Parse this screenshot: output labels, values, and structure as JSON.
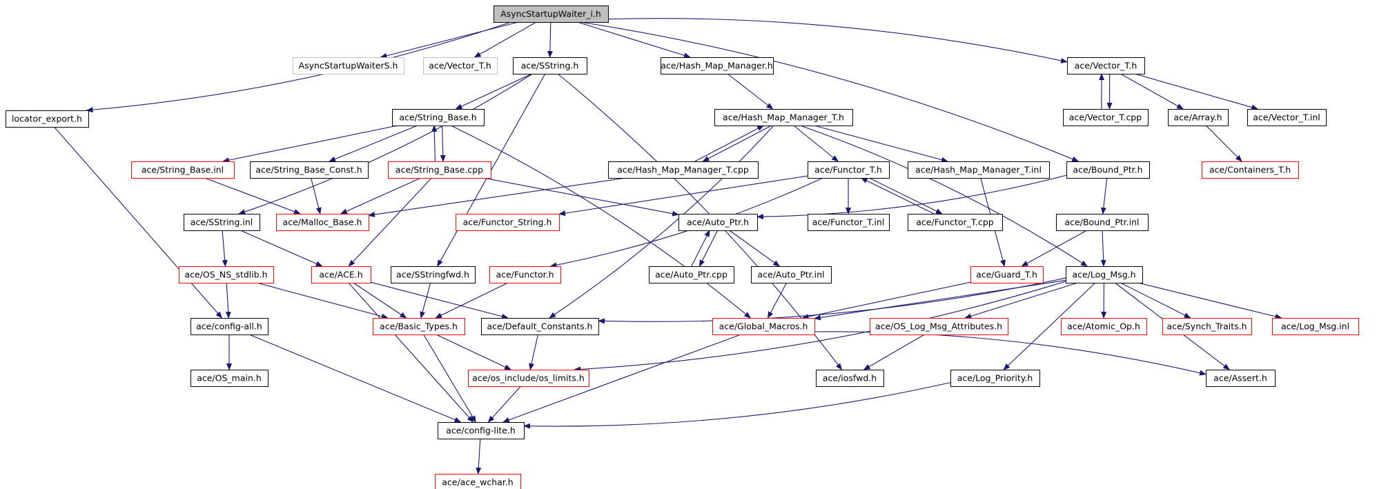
{
  "nodes": [
    {
      "id": "root",
      "label": "AsyncStartupWaiter_i.h",
      "style": "root"
    },
    {
      "id": "locator_export",
      "label": "locator_export.h",
      "style": "normal"
    },
    {
      "id": "waiterS",
      "label": "AsyncStartupWaiterS.h",
      "style": "gray"
    },
    {
      "id": "vector_t_h_gray",
      "label": "ace/Vector_T.h",
      "style": "gray"
    },
    {
      "id": "sstring_h",
      "label": "ace/SString.h",
      "style": "normal"
    },
    {
      "id": "hmm_h",
      "label": "ace/Hash_Map_Manager.h",
      "style": "normal"
    },
    {
      "id": "vector_t_h",
      "label": "ace/Vector_T.h",
      "style": "normal"
    },
    {
      "id": "string_base_h",
      "label": "ace/String_Base.h",
      "style": "normal"
    },
    {
      "id": "hmm_t_h",
      "label": "ace/Hash_Map_Manager_T.h",
      "style": "normal"
    },
    {
      "id": "vector_t_cpp",
      "label": "ace/Vector_T.cpp",
      "style": "normal"
    },
    {
      "id": "array_h",
      "label": "ace/Array.h",
      "style": "normal"
    },
    {
      "id": "vector_t_inl",
      "label": "ace/Vector_T.inl",
      "style": "normal"
    },
    {
      "id": "string_base_inl",
      "label": "ace/String_Base.inl",
      "style": "red"
    },
    {
      "id": "string_base_const",
      "label": "ace/String_Base_Const.h",
      "style": "normal"
    },
    {
      "id": "string_base_cpp",
      "label": "ace/String_Base.cpp",
      "style": "red"
    },
    {
      "id": "hmm_t_cpp",
      "label": "ace/Hash_Map_Manager_T.cpp",
      "style": "normal"
    },
    {
      "id": "functor_t_h",
      "label": "ace/Functor_T.h",
      "style": "normal"
    },
    {
      "id": "hmm_t_inl",
      "label": "ace/Hash_Map_Manager_T.inl",
      "style": "normal"
    },
    {
      "id": "bound_ptr_h",
      "label": "ace/Bound_Ptr.h",
      "style": "normal"
    },
    {
      "id": "containers_t",
      "label": "ace/Containers_T.h",
      "style": "red"
    },
    {
      "id": "sstring_inl",
      "label": "ace/SString.inl",
      "style": "normal"
    },
    {
      "id": "malloc_base",
      "label": "ace/Malloc_Base.h",
      "style": "red"
    },
    {
      "id": "functor_string",
      "label": "ace/Functor_String.h",
      "style": "red"
    },
    {
      "id": "auto_ptr_h",
      "label": "ace/Auto_Ptr.h",
      "style": "normal"
    },
    {
      "id": "functor_t_inl",
      "label": "ace/Functor_T.inl",
      "style": "normal"
    },
    {
      "id": "functor_t_cpp",
      "label": "ace/Functor_T.cpp",
      "style": "normal"
    },
    {
      "id": "bound_ptr_inl",
      "label": "ace/Bound_Ptr.inl",
      "style": "normal"
    },
    {
      "id": "os_ns_stdlib",
      "label": "ace/OS_NS_stdlib.h",
      "style": "red"
    },
    {
      "id": "ace_h",
      "label": "ace/ACE.h",
      "style": "red"
    },
    {
      "id": "sstringfwd",
      "label": "ace/SStringfwd.h",
      "style": "normal"
    },
    {
      "id": "functor_h",
      "label": "ace/Functor.h",
      "style": "red"
    },
    {
      "id": "auto_ptr_cpp",
      "label": "ace/Auto_Ptr.cpp",
      "style": "normal"
    },
    {
      "id": "auto_ptr_inl",
      "label": "ace/Auto_Ptr.inl",
      "style": "normal"
    },
    {
      "id": "guard_t",
      "label": "ace/Guard_T.h",
      "style": "red"
    },
    {
      "id": "log_msg_h",
      "label": "ace/Log_Msg.h",
      "style": "normal"
    },
    {
      "id": "config_all",
      "label": "ace/config-all.h",
      "style": "normal"
    },
    {
      "id": "basic_types",
      "label": "ace/Basic_Types.h",
      "style": "red"
    },
    {
      "id": "default_constants",
      "label": "ace/Default_Constants.h",
      "style": "normal"
    },
    {
      "id": "global_macros",
      "label": "ace/Global_Macros.h",
      "style": "red"
    },
    {
      "id": "os_log_msg_attr",
      "label": "ace/OS_Log_Msg_Attributes.h",
      "style": "red"
    },
    {
      "id": "atomic_op",
      "label": "ace/Atomic_Op.h",
      "style": "red"
    },
    {
      "id": "synch_traits",
      "label": "ace/Synch_Traits.h",
      "style": "red"
    },
    {
      "id": "log_msg_inl",
      "label": "ace/Log_Msg.inl",
      "style": "red"
    },
    {
      "id": "os_main",
      "label": "ace/OS_main.h",
      "style": "normal"
    },
    {
      "id": "os_limits",
      "label": "ace/os_include/os_limits.h",
      "style": "red"
    },
    {
      "id": "iosfwd",
      "label": "ace/iosfwd.h",
      "style": "normal"
    },
    {
      "id": "log_priority",
      "label": "ace/Log_Priority.h",
      "style": "normal"
    },
    {
      "id": "assert_h",
      "label": "ace/Assert.h",
      "style": "normal"
    },
    {
      "id": "config_lite",
      "label": "ace/config-lite.h",
      "style": "normal"
    },
    {
      "id": "ace_wchar",
      "label": "ace/ace_wchar.h",
      "style": "red"
    }
  ],
  "edges": [
    [
      "root",
      "locator_export"
    ],
    [
      "root",
      "waiterS"
    ],
    [
      "root",
      "vector_t_h_gray"
    ],
    [
      "root",
      "sstring_h"
    ],
    [
      "root",
      "hmm_h"
    ],
    [
      "root",
      "vector_t_h"
    ],
    [
      "root",
      "bound_ptr_h"
    ],
    [
      "sstring_h",
      "string_base_h"
    ],
    [
      "sstring_h",
      "sstring_inl"
    ],
    [
      "sstring_h",
      "sstringfwd"
    ],
    [
      "sstring_h",
      "iosfwd"
    ],
    [
      "hmm_h",
      "hmm_t_h"
    ],
    [
      "vector_t_h",
      "vector_t_cpp"
    ],
    [
      "vector_t_cpp",
      "vector_t_h"
    ],
    [
      "vector_t_h",
      "array_h"
    ],
    [
      "vector_t_h",
      "vector_t_inl"
    ],
    [
      "array_h",
      "containers_t"
    ],
    [
      "string_base_h",
      "string_base_inl"
    ],
    [
      "string_base_h",
      "string_base_const"
    ],
    [
      "string_base_h",
      "string_base_cpp"
    ],
    [
      "string_base_cpp",
      "string_base_h"
    ],
    [
      "string_base_h",
      "global_macros"
    ],
    [
      "string_base_inl",
      "malloc_base"
    ],
    [
      "string_base_const",
      "malloc_base"
    ],
    [
      "string_base_cpp",
      "malloc_base"
    ],
    [
      "string_base_cpp",
      "auto_ptr_h"
    ],
    [
      "string_base_cpp",
      "ace_h"
    ],
    [
      "hmm_t_h",
      "hmm_t_cpp"
    ],
    [
      "hmm_t_cpp",
      "hmm_t_h"
    ],
    [
      "hmm_t_h",
      "functor_t_h"
    ],
    [
      "hmm_t_h",
      "hmm_t_inl"
    ],
    [
      "hmm_t_h",
      "log_msg_h"
    ],
    [
      "hmm_t_h",
      "default_constants"
    ],
    [
      "hmm_t_cpp",
      "malloc_base"
    ],
    [
      "hmm_t_inl",
      "guard_t"
    ],
    [
      "functor_t_h",
      "functor_t_inl"
    ],
    [
      "functor_t_h",
      "functor_t_cpp"
    ],
    [
      "functor_t_cpp",
      "functor_t_h"
    ],
    [
      "functor_t_h",
      "functor_string"
    ],
    [
      "functor_t_h",
      "functor_h"
    ],
    [
      "bound_ptr_h",
      "bound_ptr_inl"
    ],
    [
      "bound_ptr_h",
      "auto_ptr_h"
    ],
    [
      "bound_ptr_inl",
      "guard_t"
    ],
    [
      "bound_ptr_inl",
      "log_msg_h"
    ],
    [
      "auto_ptr_h",
      "auto_ptr_cpp"
    ],
    [
      "auto_ptr_cpp",
      "auto_ptr_h"
    ],
    [
      "auto_ptr_h",
      "auto_ptr_inl"
    ],
    [
      "auto_ptr_inl",
      "global_macros"
    ],
    [
      "sstring_inl",
      "os_ns_stdlib"
    ],
    [
      "sstring_inl",
      "ace_h"
    ],
    [
      "os_ns_stdlib",
      "config_all"
    ],
    [
      "os_ns_stdlib",
      "basic_types"
    ],
    [
      "ace_h",
      "basic_types"
    ],
    [
      "ace_h",
      "default_constants"
    ],
    [
      "ace_h",
      "config_lite"
    ],
    [
      "sstringfwd",
      "basic_types"
    ],
    [
      "functor_h",
      "basic_types"
    ],
    [
      "guard_t",
      "global_macros"
    ],
    [
      "log_msg_h",
      "default_constants"
    ],
    [
      "log_msg_h",
      "global_macros"
    ],
    [
      "log_msg_h",
      "os_log_msg_attr"
    ],
    [
      "log_msg_h",
      "atomic_op"
    ],
    [
      "log_msg_h",
      "synch_traits"
    ],
    [
      "log_msg_h",
      "log_msg_inl"
    ],
    [
      "log_msg_h",
      "os_limits"
    ],
    [
      "log_msg_h",
      "log_priority"
    ],
    [
      "log_msg_h",
      "assert_h"
    ],
    [
      "locator_export",
      "config_all"
    ],
    [
      "config_all",
      "os_main"
    ],
    [
      "config_all",
      "config_lite"
    ],
    [
      "basic_types",
      "os_limits"
    ],
    [
      "basic_types",
      "config_lite"
    ],
    [
      "default_constants",
      "os_limits"
    ],
    [
      "global_macros",
      "config_lite"
    ],
    [
      "global_macros",
      "assert_h"
    ],
    [
      "os_log_msg_attr",
      "iosfwd"
    ],
    [
      "os_limits",
      "config_lite"
    ],
    [
      "log_priority",
      "config_lite"
    ],
    [
      "config_lite",
      "ace_wchar"
    ]
  ],
  "colors": {
    "edge": "#191970",
    "box_normal": "#000000",
    "box_red": "#ff0000",
    "box_gray": "#bfbfbf",
    "root_fill": "#bfbfbf"
  }
}
